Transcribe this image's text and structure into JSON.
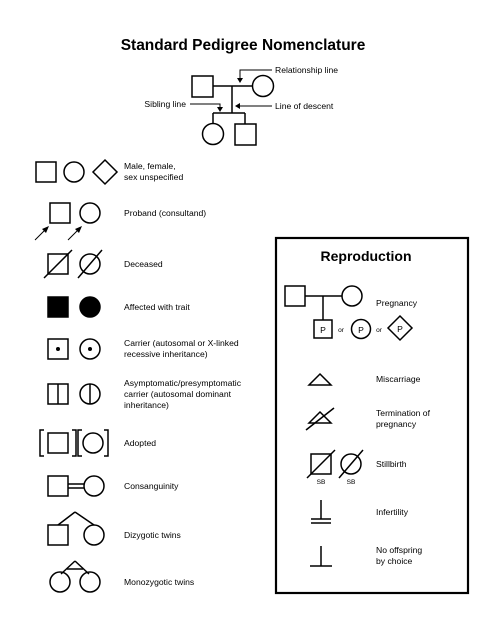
{
  "title": "Standard Pedigree Nomenclature",
  "header": {
    "relationship_line": "Relationship line",
    "sibling_line": "Sibling line",
    "line_of_descent": "Line of descent"
  },
  "legend": [
    {
      "label": [
        "Male, female,",
        "sex unspecified"
      ]
    },
    {
      "label": [
        "Proband (consultand)"
      ]
    },
    {
      "label": [
        "Deceased"
      ]
    },
    {
      "label": [
        "Affected with trait"
      ]
    },
    {
      "label": [
        "Carrier (autosomal or X-linked",
        "recessive inheritance)"
      ]
    },
    {
      "label": [
        "Asymptomatic/presymptomatic",
        "carrier (autosomal dominant",
        "inheritance)"
      ]
    },
    {
      "label": [
        "Adopted"
      ]
    },
    {
      "label": [
        "Consanguinity"
      ]
    },
    {
      "label": [
        "Dizygotic twins"
      ]
    },
    {
      "label": [
        "Monozygotic twins"
      ]
    }
  ],
  "reproduction": {
    "title": "Reproduction",
    "pregnancy_symbol": "P",
    "or_text": "or",
    "stillbirth_tag": "SB",
    "items": [
      {
        "label": [
          "Pregnancy"
        ]
      },
      {
        "label": [
          "Miscarriage"
        ]
      },
      {
        "label": [
          "Termination of",
          "pregnancy"
        ]
      },
      {
        "label": [
          "Stillbirth"
        ]
      },
      {
        "label": [
          "Infertility"
        ]
      },
      {
        "label": [
          "No offspring",
          "by choice"
        ]
      }
    ]
  }
}
